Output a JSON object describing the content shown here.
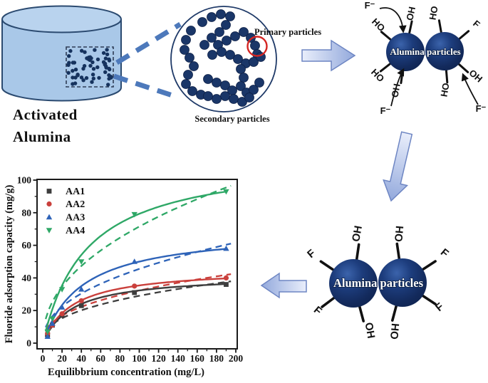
{
  "labels": {
    "activated_alumina": [
      "Activated",
      "Alumina"
    ],
    "primary_particles": "Primary particles",
    "secondary_particles": "Secondary particles",
    "alumina_particles": "Alumina particles"
  },
  "ions": {
    "oh": "OH",
    "ho": "HO",
    "f": "F",
    "f_minus": "F⁻"
  },
  "colors": {
    "cylinder_fill": "#a9c8e8",
    "cylinder_top_fill": "#b9d3ee",
    "cylinder_stroke": "#2b4a70",
    "particle_dot": "#16335e",
    "circle_stroke": "#1f3a68",
    "highlight_red": "#d42522",
    "connector_blue": "#4d79bb",
    "arrow_fill_light": "#e9eefb",
    "arrow_fill_dark": "#93a9dc",
    "arrow_stroke": "#6e86c3",
    "sphere_dark": "#0f2451",
    "sphere_mid": "#1d3d7d",
    "sphere_light": "#3b63ab",
    "axis": "#1a1a1a"
  },
  "chart_data": {
    "type": "scatter",
    "title": "",
    "xlabel": "Equilibbrium concentration (mg/L)",
    "ylabel": "Fluoride adsorption capacity (mg/g)",
    "xlim": [
      0,
      200
    ],
    "ylim": [
      0,
      100
    ],
    "xticks": [
      0,
      20,
      40,
      60,
      80,
      100,
      120,
      140,
      160,
      180,
      200
    ],
    "yticks": [
      0,
      20,
      40,
      60,
      80,
      100
    ],
    "grid": false,
    "legend_position": "top-left",
    "fit_styles": {
      "solid": "langmuir",
      "dashed": "freundlich"
    },
    "series": [
      {
        "name": "AA1",
        "color": "#3d3d3d",
        "marker": "square",
        "x": [
          5,
          10,
          20,
          40,
          95,
          190
        ],
        "y": [
          5,
          11,
          17,
          23,
          31,
          36
        ],
        "fit_solid": {
          "qm": 42,
          "k": 30
        },
        "fit_dashed": {
          "kf": 4.6,
          "n": 0.4
        }
      },
      {
        "name": "AA2",
        "color": "#ca403c",
        "marker": "circle",
        "x": [
          5,
          10,
          20,
          40,
          95,
          190
        ],
        "y": [
          6,
          11,
          18,
          26,
          35,
          40
        ],
        "fit_solid": {
          "qm": 46,
          "k": 30
        },
        "fit_dashed": {
          "kf": 5.0,
          "n": 0.405
        }
      },
      {
        "name": "AA3",
        "color": "#2e63b8",
        "marker": "triangle-up",
        "x": [
          5,
          10,
          20,
          40,
          95,
          190
        ],
        "y": [
          4,
          12,
          22,
          33,
          50,
          58
        ],
        "fit_solid": {
          "qm": 70,
          "k": 40
        },
        "fit_dashed": {
          "kf": 6.0,
          "n": 0.44
        }
      },
      {
        "name": "AA4",
        "color": "#2fa867",
        "marker": "triangle-down",
        "x": [
          5,
          10,
          20,
          40,
          95,
          190
        ],
        "y": [
          7,
          15,
          33,
          50,
          79,
          93
        ],
        "fit_solid": {
          "qm": 115,
          "k": 45
        },
        "fit_dashed": {
          "kf": 9.0,
          "n": 0.45
        }
      }
    ]
  }
}
